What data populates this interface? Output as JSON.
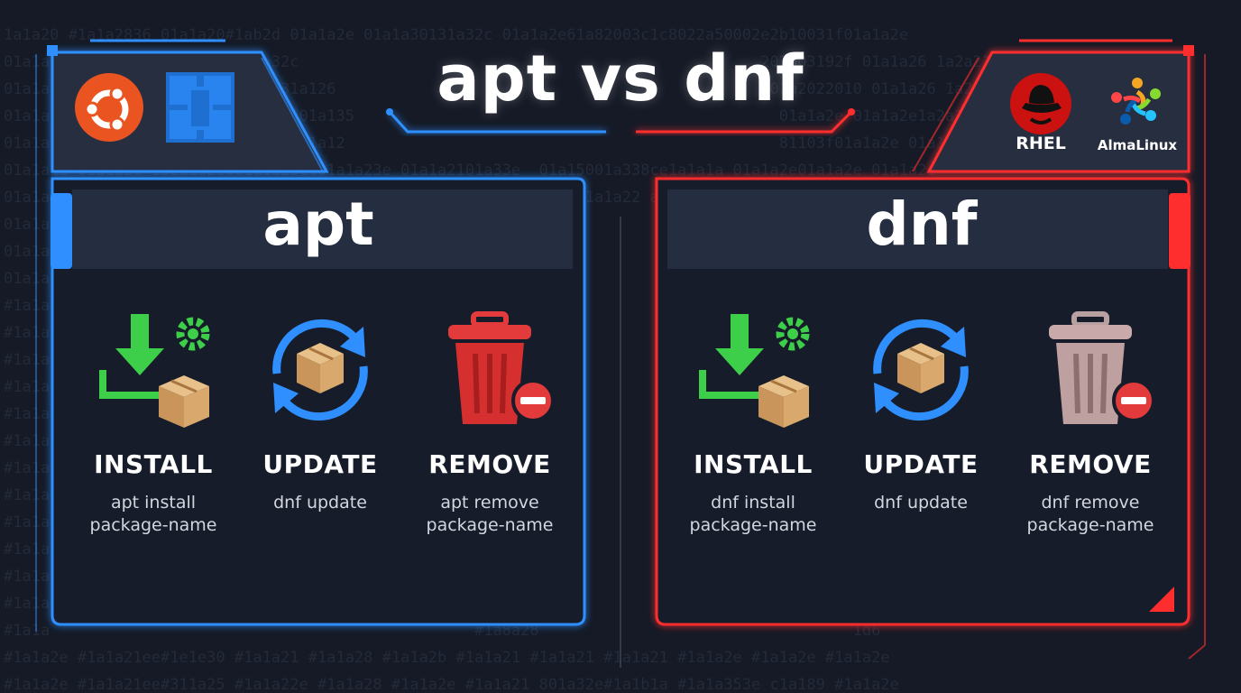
{
  "title": "apt vs dnf",
  "colors": {
    "apt_accent": "#2f8fff",
    "dnf_accent": "#ff2e2e",
    "background": "#151a26"
  },
  "logos": {
    "ubuntu": {
      "icon": "ubuntu-logo-icon"
    },
    "windows": {
      "icon": "windows-logo-icon"
    },
    "rhel": {
      "icon": "redhat-logo-icon",
      "label": "RHEL"
    },
    "almalinux": {
      "icon": "almalinux-logo-icon",
      "label": "AlmaLinux"
    }
  },
  "apt": {
    "title": "apt",
    "ops": [
      {
        "label": "INSTALL",
        "command": "apt install\npackage-name",
        "icon": "download-package-gear-icon"
      },
      {
        "label": "UPDATE",
        "command": "dnf update",
        "icon": "refresh-package-icon"
      },
      {
        "label": "REMOVE",
        "command": "apt remove\npackage-name",
        "icon": "trash-remove-icon"
      }
    ]
  },
  "dnf": {
    "title": "dnf",
    "ops": [
      {
        "label": "INSTALL",
        "command": "dnf install\npackage-name",
        "icon": "download-package-gear-icon"
      },
      {
        "label": "UPDATE",
        "command": "dnf update",
        "icon": "refresh-package-icon"
      },
      {
        "label": "REMOVE",
        "command": "dnf remove\npackage-name",
        "icon": "trash-remove-icon"
      }
    ]
  }
}
